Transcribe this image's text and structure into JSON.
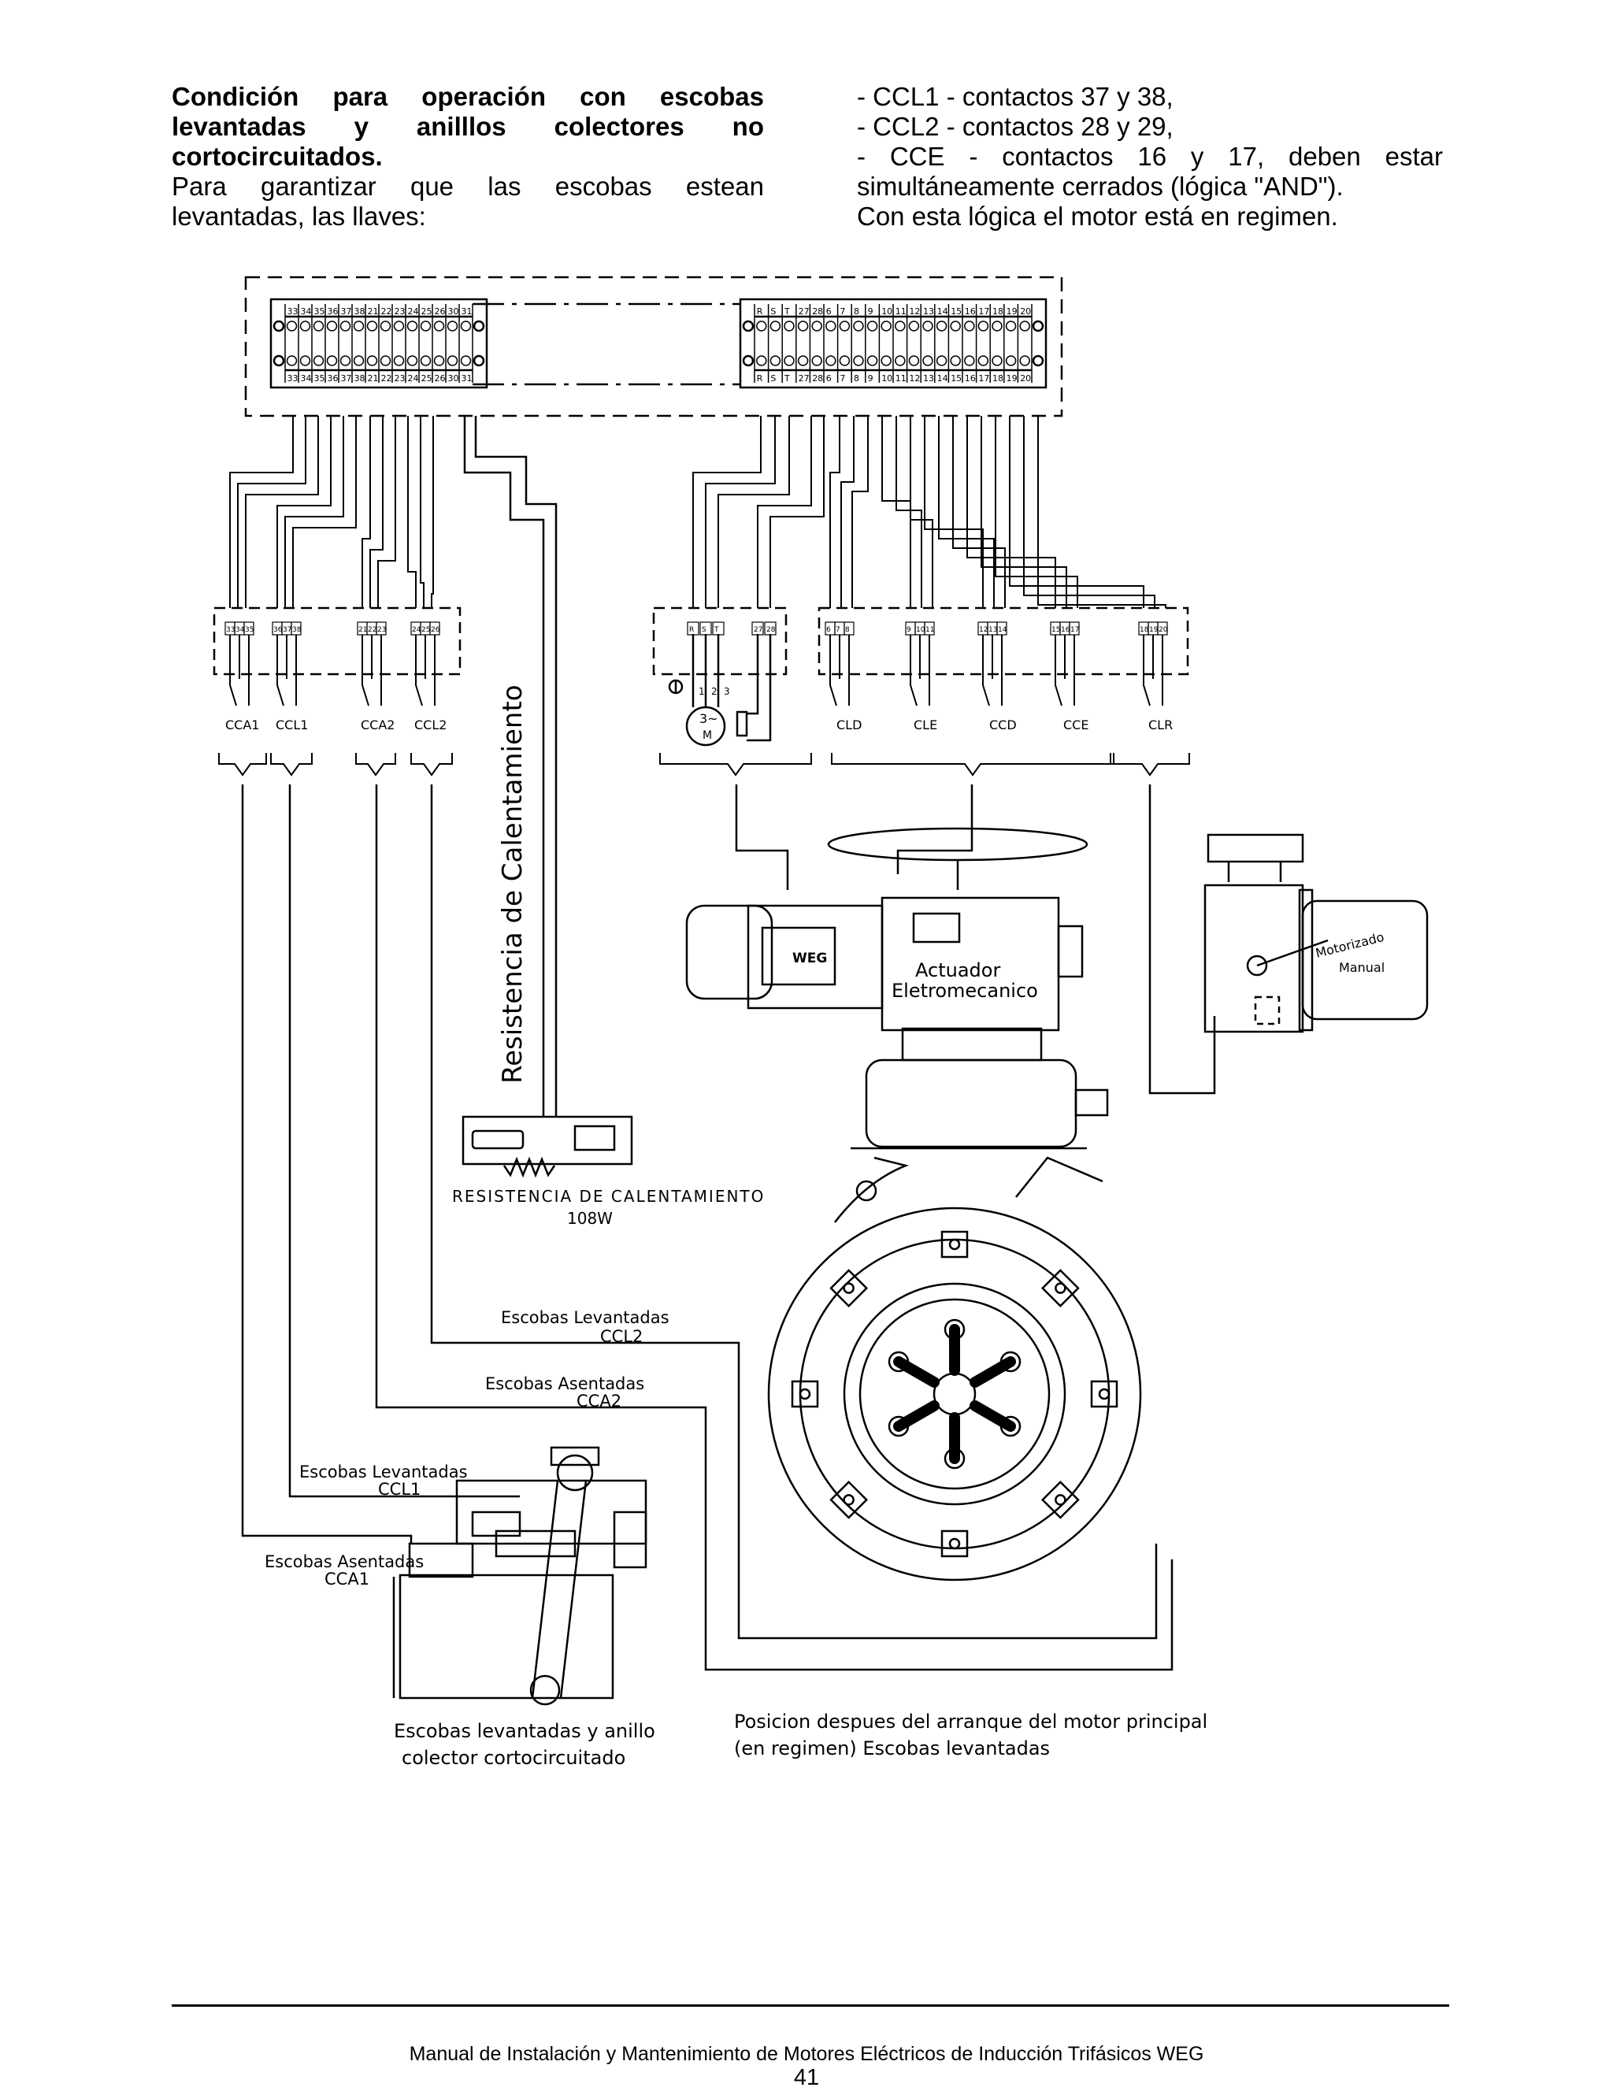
{
  "intro_left": {
    "heading_lines": [
      "Condición para operación con escobas",
      "levantadas y anilllos colectores no",
      "cortocircuitados."
    ],
    "body_lines": [
      "Para garantizar que las escobas estean",
      "levantadas, las llaves:"
    ]
  },
  "intro_right": {
    "lines": [
      "- CCL1 - contactos 37 y 38,",
      "- CCL2 - contactos 28 y 29,",
      "- CCE - contactos 16 y 17, deben estar",
      "simultáneamente cerrados (lógica \"AND\").",
      "Con esta lógica el motor está en regimen."
    ]
  },
  "diagram": {
    "terminals_left": [
      "33",
      "34",
      "35",
      "36",
      "37",
      "38",
      "21",
      "22",
      "23",
      "24",
      "25",
      "26",
      "30",
      "31"
    ],
    "terminals_right": [
      "R",
      "S",
      "T",
      "27",
      "28",
      "6",
      "7",
      "8",
      "9",
      "10",
      "11",
      "12",
      "13",
      "14",
      "15",
      "16",
      "17",
      "18",
      "19",
      "20"
    ],
    "switch_groups": [
      {
        "terminals": [
          "33",
          "34",
          "35"
        ],
        "label": "CCA1"
      },
      {
        "terminals": [
          "36",
          "37",
          "38"
        ],
        "label": "CCL1"
      },
      {
        "terminals": [
          "21",
          "22",
          "23"
        ],
        "label": "CCA2"
      },
      {
        "terminals": [
          "24",
          "25",
          "26"
        ],
        "label": "CCL2"
      },
      {
        "terminals": [
          "6",
          "7",
          "8"
        ],
        "label": "CLD"
      },
      {
        "terminals": [
          "9",
          "10",
          "11"
        ],
        "label": "CLE"
      },
      {
        "terminals": [
          "12",
          "13",
          "14"
        ],
        "label": "CCD"
      },
      {
        "terminals": [
          "15",
          "16",
          "17"
        ],
        "label": "CCE"
      },
      {
        "terminals": [
          "18",
          "19",
          "20"
        ],
        "label": "CLR"
      }
    ],
    "motor_terminals": [
      "R",
      "S",
      "T",
      "27",
      "28"
    ],
    "motor_label": "3~\nM",
    "motor_phase_numbers": [
      "1",
      "2",
      "3"
    ],
    "vertical_label": "Resistencia de Calentamiento",
    "heater_label_line1": "RESISTENCIA DE CALENTAMIENTO",
    "heater_label_line2": "108W",
    "actuator_label_line1": "Actuador",
    "actuator_label_line2": "Eletromecanico",
    "brand_logo": "WEG",
    "mode_labels": [
      "Motorizado",
      "Manual"
    ],
    "escobas_levantadas_ccl2": [
      "Escobas Levantadas",
      "CCL2"
    ],
    "escobas_asentadas_cca2": [
      "Escobas Asentadas",
      "CCA2"
    ],
    "escobas_levantadas_ccl1": [
      "Escobas Levantadas",
      "CCL1"
    ],
    "escobas_asentadas_cca1": [
      "Escobas Asentadas",
      "CCA1"
    ],
    "caption_left": [
      "Escobas levantadas y anillo",
      "colector cortocircuitado"
    ],
    "caption_right": [
      "Posicion despues del arranque del motor principal",
      "(en regimen)   Escobas levantadas"
    ]
  },
  "footer": {
    "text": "Manual de Instalación y Mantenimiento de Motores Eléctricos de Inducción Trifásicos WEG",
    "page": "41"
  },
  "colors": {
    "ink": "#000000",
    "paper": "#ffffff"
  }
}
